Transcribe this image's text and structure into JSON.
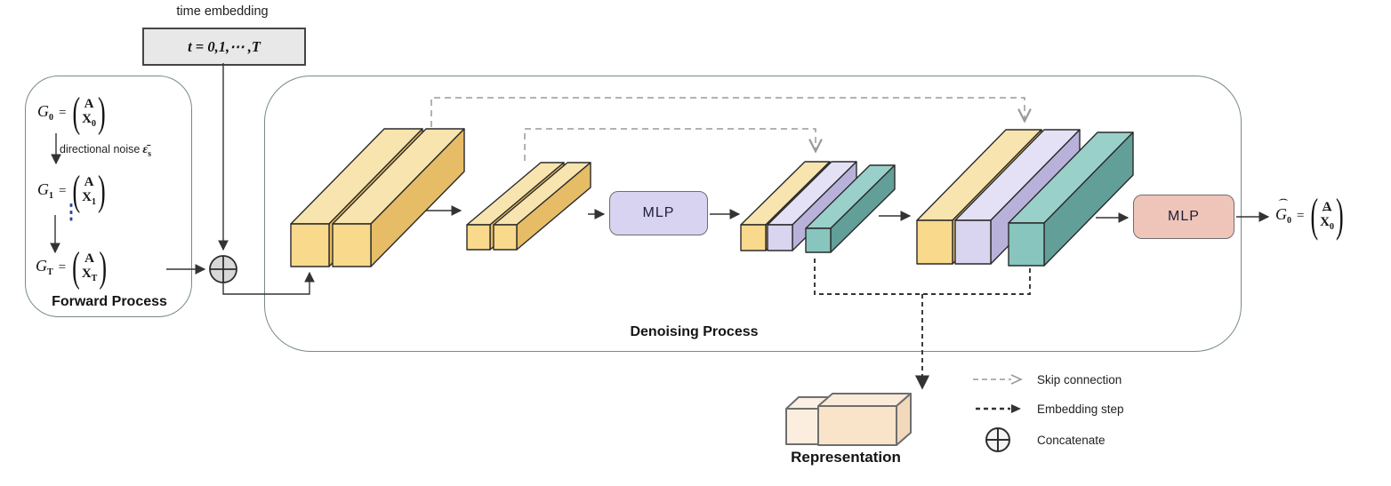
{
  "time_embedding": {
    "label": "time embedding",
    "formula": "t = 0,1,⋯ ,T"
  },
  "math": {
    "paren_open": "(",
    "paren_close": ")"
  },
  "forward_process": {
    "title": "Forward Process",
    "noise_label": "directional noise",
    "noise_symbol": "ε̄",
    "noise_symbol_sub": "s",
    "vdots": "⋮",
    "equations": [
      {
        "lhs": "G",
        "lhs_sub": "0",
        "rel": "=",
        "top": "A",
        "bottom": "X",
        "bottom_sub": "0"
      },
      {
        "lhs": "G",
        "lhs_sub": "1",
        "rel": "=",
        "top": "A",
        "bottom": "X",
        "bottom_sub": "1"
      },
      {
        "lhs": "G",
        "lhs_sub": "T",
        "rel": "=",
        "top": "A",
        "bottom": "X",
        "bottom_sub": "T"
      }
    ]
  },
  "denoising_process": {
    "title": "Denoising Process",
    "mlp_encoder_label": "MLP",
    "mlp_decoder_label": "MLP"
  },
  "output": {
    "equation": {
      "hat": "ˆ",
      "lhs": "G",
      "lhs_sub": "0",
      "rel": "=",
      "top": "A",
      "bottom_hat": "ˆ",
      "bottom": "X",
      "bottom_sub": "0"
    }
  },
  "representation": {
    "label": "Representation"
  },
  "legend": {
    "items": [
      {
        "icon": "skip-connection-arrow",
        "label": "Skip connection"
      },
      {
        "icon": "embedding-step-arrow",
        "label": "Embedding step"
      },
      {
        "icon": "concatenate-plus-circle",
        "label": "Concatenate"
      }
    ]
  },
  "colors": {
    "bar_yellow_front": "#F9D98C",
    "bar_yellow_top": "#F8E4AE",
    "bar_yellow_side": "#E6BC66",
    "bar_lavender_front": "#D9D5F0",
    "bar_lavender_top": "#E4E1F6",
    "bar_lavender_side": "#B8B2DB",
    "bar_teal_front": "#87C5BE",
    "bar_teal_top": "#9AD0CA",
    "bar_teal_side": "#639F99",
    "mlp_encoder_fill": "#D7D3F0",
    "mlp_decoder_fill": "#EFC5BA",
    "representation_fill": "#F9E4CA",
    "time_box_fill": "#E8E8E8",
    "process_border": "#79898C",
    "skip_arrow": "#999999",
    "solid_arrow": "#333333",
    "vdots_color": "#2e3f97"
  }
}
